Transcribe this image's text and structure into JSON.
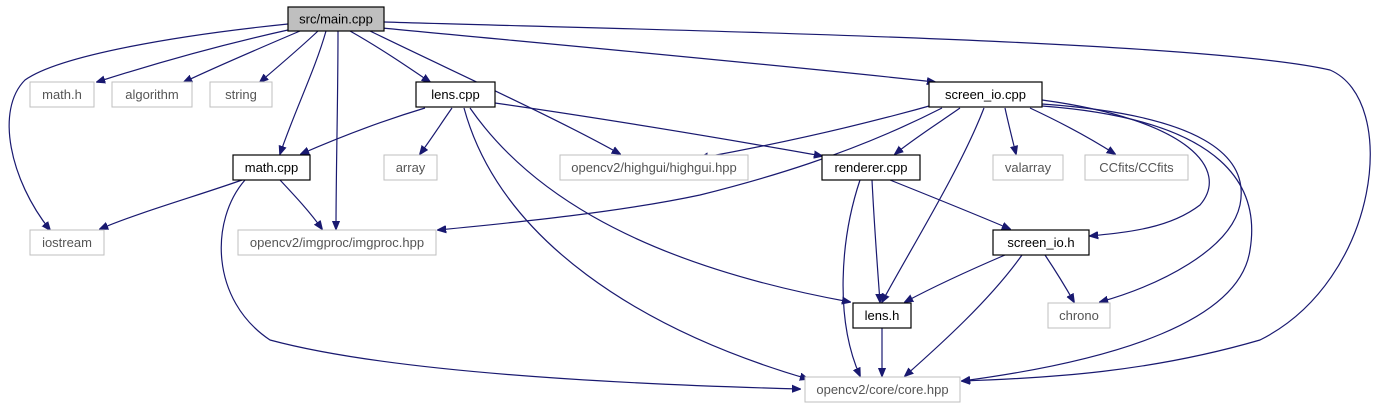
{
  "title": "src/main.cpp include dependency graph",
  "colors": {
    "edge": "#191970",
    "node_border": "#000000",
    "external_border": "#bfbfbf",
    "root_fill": "#bfbfbf"
  },
  "nodes": {
    "main": "src/main.cpp",
    "math_h": "math.h",
    "algorithm": "algorithm",
    "string": "string",
    "lens_cpp": "lens.cpp",
    "screen_io_cpp": "screen_io.cpp",
    "math_cpp": "math.cpp",
    "array": "array",
    "highgui": "opencv2/highgui/highgui.hpp",
    "renderer_cpp": "renderer.cpp",
    "valarray": "valarray",
    "ccfits": "CCfits/CCfits",
    "iostream": "iostream",
    "imgproc": "opencv2/imgproc/imgproc.hpp",
    "screen_io_h": "screen_io.h",
    "lens_h": "lens.h",
    "chrono": "chrono",
    "core": "opencv2/core/core.hpp"
  }
}
